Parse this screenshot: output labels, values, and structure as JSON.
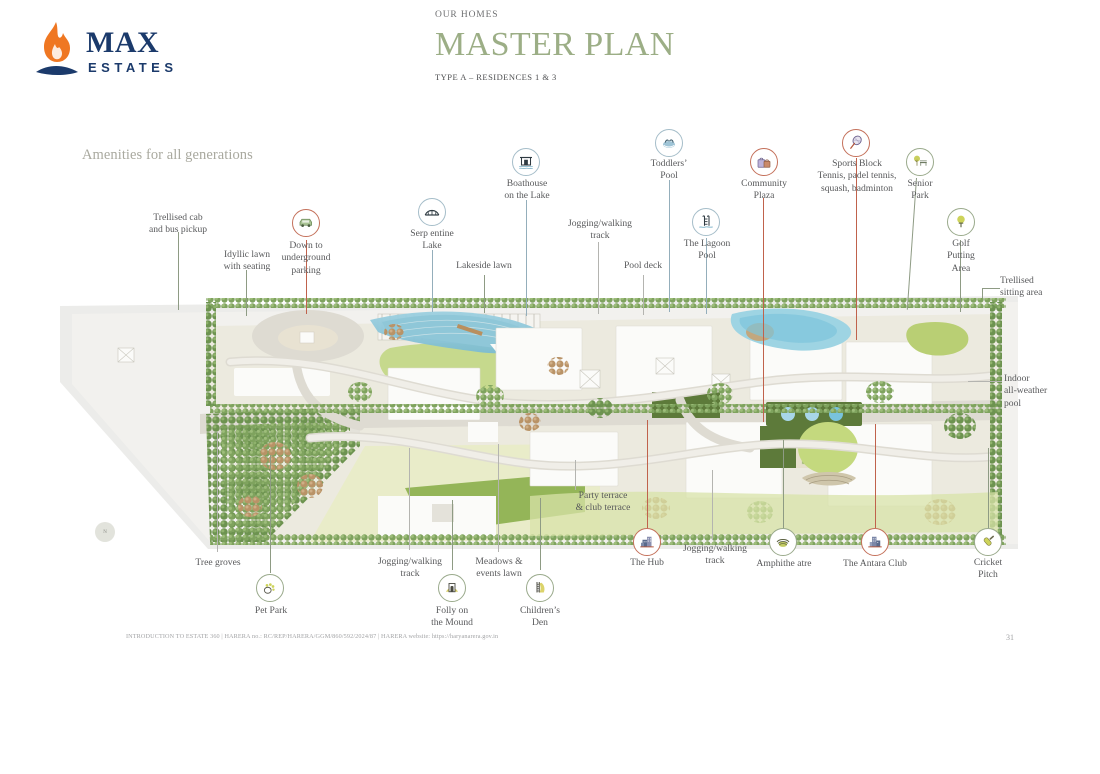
{
  "brand": {
    "name": "MAX",
    "tagline": "ESTATES"
  },
  "header": {
    "kicker": "OUR HOMES",
    "title": "MASTER PLAN",
    "subtitle": "TYPE A – RESIDENCES 1 & 3",
    "title_color": "#9cae86"
  },
  "section_heading": "Amenities for all generations",
  "compass_label": "N",
  "footer": {
    "legal": "INTRODUCTION TO ESTATE 360 | HARERA no.: RC/REP/HARERA/GGM/860/592/2024/87 | HARERA website: https://haryanarera.gov.in",
    "page_number": "31"
  },
  "annotations": [
    {
      "id": "trellised-cab-bus-pickup",
      "label": "Trellised cab\nand bus pickup",
      "icon": null,
      "line": "green"
    },
    {
      "id": "idyllic-lawn",
      "label": "Idyllic lawn\nwith seating",
      "icon": null,
      "line": "green"
    },
    {
      "id": "down-to-underground-parking",
      "label": "Down to\nunderground\nparking",
      "icon": "car-icon",
      "line": "red",
      "icon_color": "red"
    },
    {
      "id": "serpentine-lake",
      "label": "Serp entine\nLake",
      "icon": "bridge-icon",
      "line": "blue",
      "icon_color": "blue"
    },
    {
      "id": "lakeside-lawn",
      "label": "Lakeside lawn",
      "icon": null,
      "line": "green"
    },
    {
      "id": "boathouse-on-the-lake",
      "label": "Boathouse\non the Lake",
      "icon": "boathouse-icon",
      "line": "blue",
      "icon_color": "blue"
    },
    {
      "id": "jogging-walking-track-top",
      "label": "Jogging/walking\ntrack",
      "icon": null,
      "line": "grey"
    },
    {
      "id": "toddlers-pool",
      "label": "Toddlers’\nPool",
      "icon": "splash-icon",
      "line": "blue",
      "icon_color": "blue"
    },
    {
      "id": "pool-deck",
      "label": "Pool deck",
      "icon": null,
      "line": "grey"
    },
    {
      "id": "the-lagoon-pool",
      "label": "The Lagoon\nPool",
      "icon": "pool-ladder-icon",
      "line": "blue",
      "icon_color": "blue"
    },
    {
      "id": "community-plaza",
      "label": "Community\nPlaza",
      "icon": "shopping-bags-icon",
      "line": "red",
      "icon_color": "red"
    },
    {
      "id": "sports-block",
      "label": "Sports Block\nTennis, padel tennis,\nsquash, badminton",
      "icon": "racket-icon",
      "line": "red",
      "icon_color": "red"
    },
    {
      "id": "senior-park",
      "label": "Senior\nPark",
      "icon": "tree-bench-icon",
      "line": "green",
      "icon_color": "green"
    },
    {
      "id": "golf-putting-area",
      "label": "Golf\nPutting\nArea",
      "icon": "golf-tee-icon",
      "line": "green",
      "icon_color": "green"
    },
    {
      "id": "trellised-sitting-area",
      "label": "Trellised\nsitting area",
      "icon": null,
      "line": "green"
    },
    {
      "id": "indoor-all-weather-pool",
      "label": "Indoor\nall-weather\npool",
      "icon": null,
      "line": "grey"
    },
    {
      "id": "tree-groves",
      "label": "Tree groves",
      "icon": null,
      "line": "grey"
    },
    {
      "id": "pet-park",
      "label": "Pet Park",
      "icon": "paw-icon",
      "line": "green",
      "icon_color": "green"
    },
    {
      "id": "jogging-walking-track-bottom",
      "label": "Jogging/walking\ntrack",
      "icon": null,
      "line": "grey"
    },
    {
      "id": "meadows-events-lawn",
      "label": "Meadows &\nevents lawn",
      "icon": null,
      "line": "grey"
    },
    {
      "id": "folly-on-the-mound",
      "label": "Folly on\nthe Mound",
      "icon": "arch-mound-icon",
      "line": "green",
      "icon_color": "green"
    },
    {
      "id": "childrens-den",
      "label": "Children’s\nDen",
      "icon": "slide-icon",
      "line": "green",
      "icon_color": "green"
    },
    {
      "id": "party-club-terrace",
      "label": "Party terrace\n& club terrace",
      "icon": null,
      "line": "grey"
    },
    {
      "id": "the-hub",
      "label": "The Hub",
      "icon": "buildings-icon",
      "line": "red",
      "icon_color": "red"
    },
    {
      "id": "jogging-walking-track-mid",
      "label": "Jogging/walking\ntrack",
      "icon": null,
      "line": "grey"
    },
    {
      "id": "amphitheatre",
      "label": "Amphithe atre",
      "icon": "amphitheatre-icon",
      "line": "green",
      "icon_color": "green"
    },
    {
      "id": "the-antara-club",
      "label": "The Antara Club",
      "icon": "buildings2-icon",
      "line": "red",
      "icon_color": "red"
    },
    {
      "id": "cricket-pitch",
      "label": "Cricket\nPitch",
      "icon": "cricket-bat-icon",
      "line": "green",
      "icon_color": "green"
    }
  ],
  "palette": {
    "brand_navy": "#1b3a6b",
    "brand_orange": "#ef7722",
    "title_green": "#9cae86",
    "text_grey": "#58595b",
    "lead_green": "#8e9b84",
    "lead_red": "#c0624c",
    "lead_blue": "#94aebb"
  }
}
